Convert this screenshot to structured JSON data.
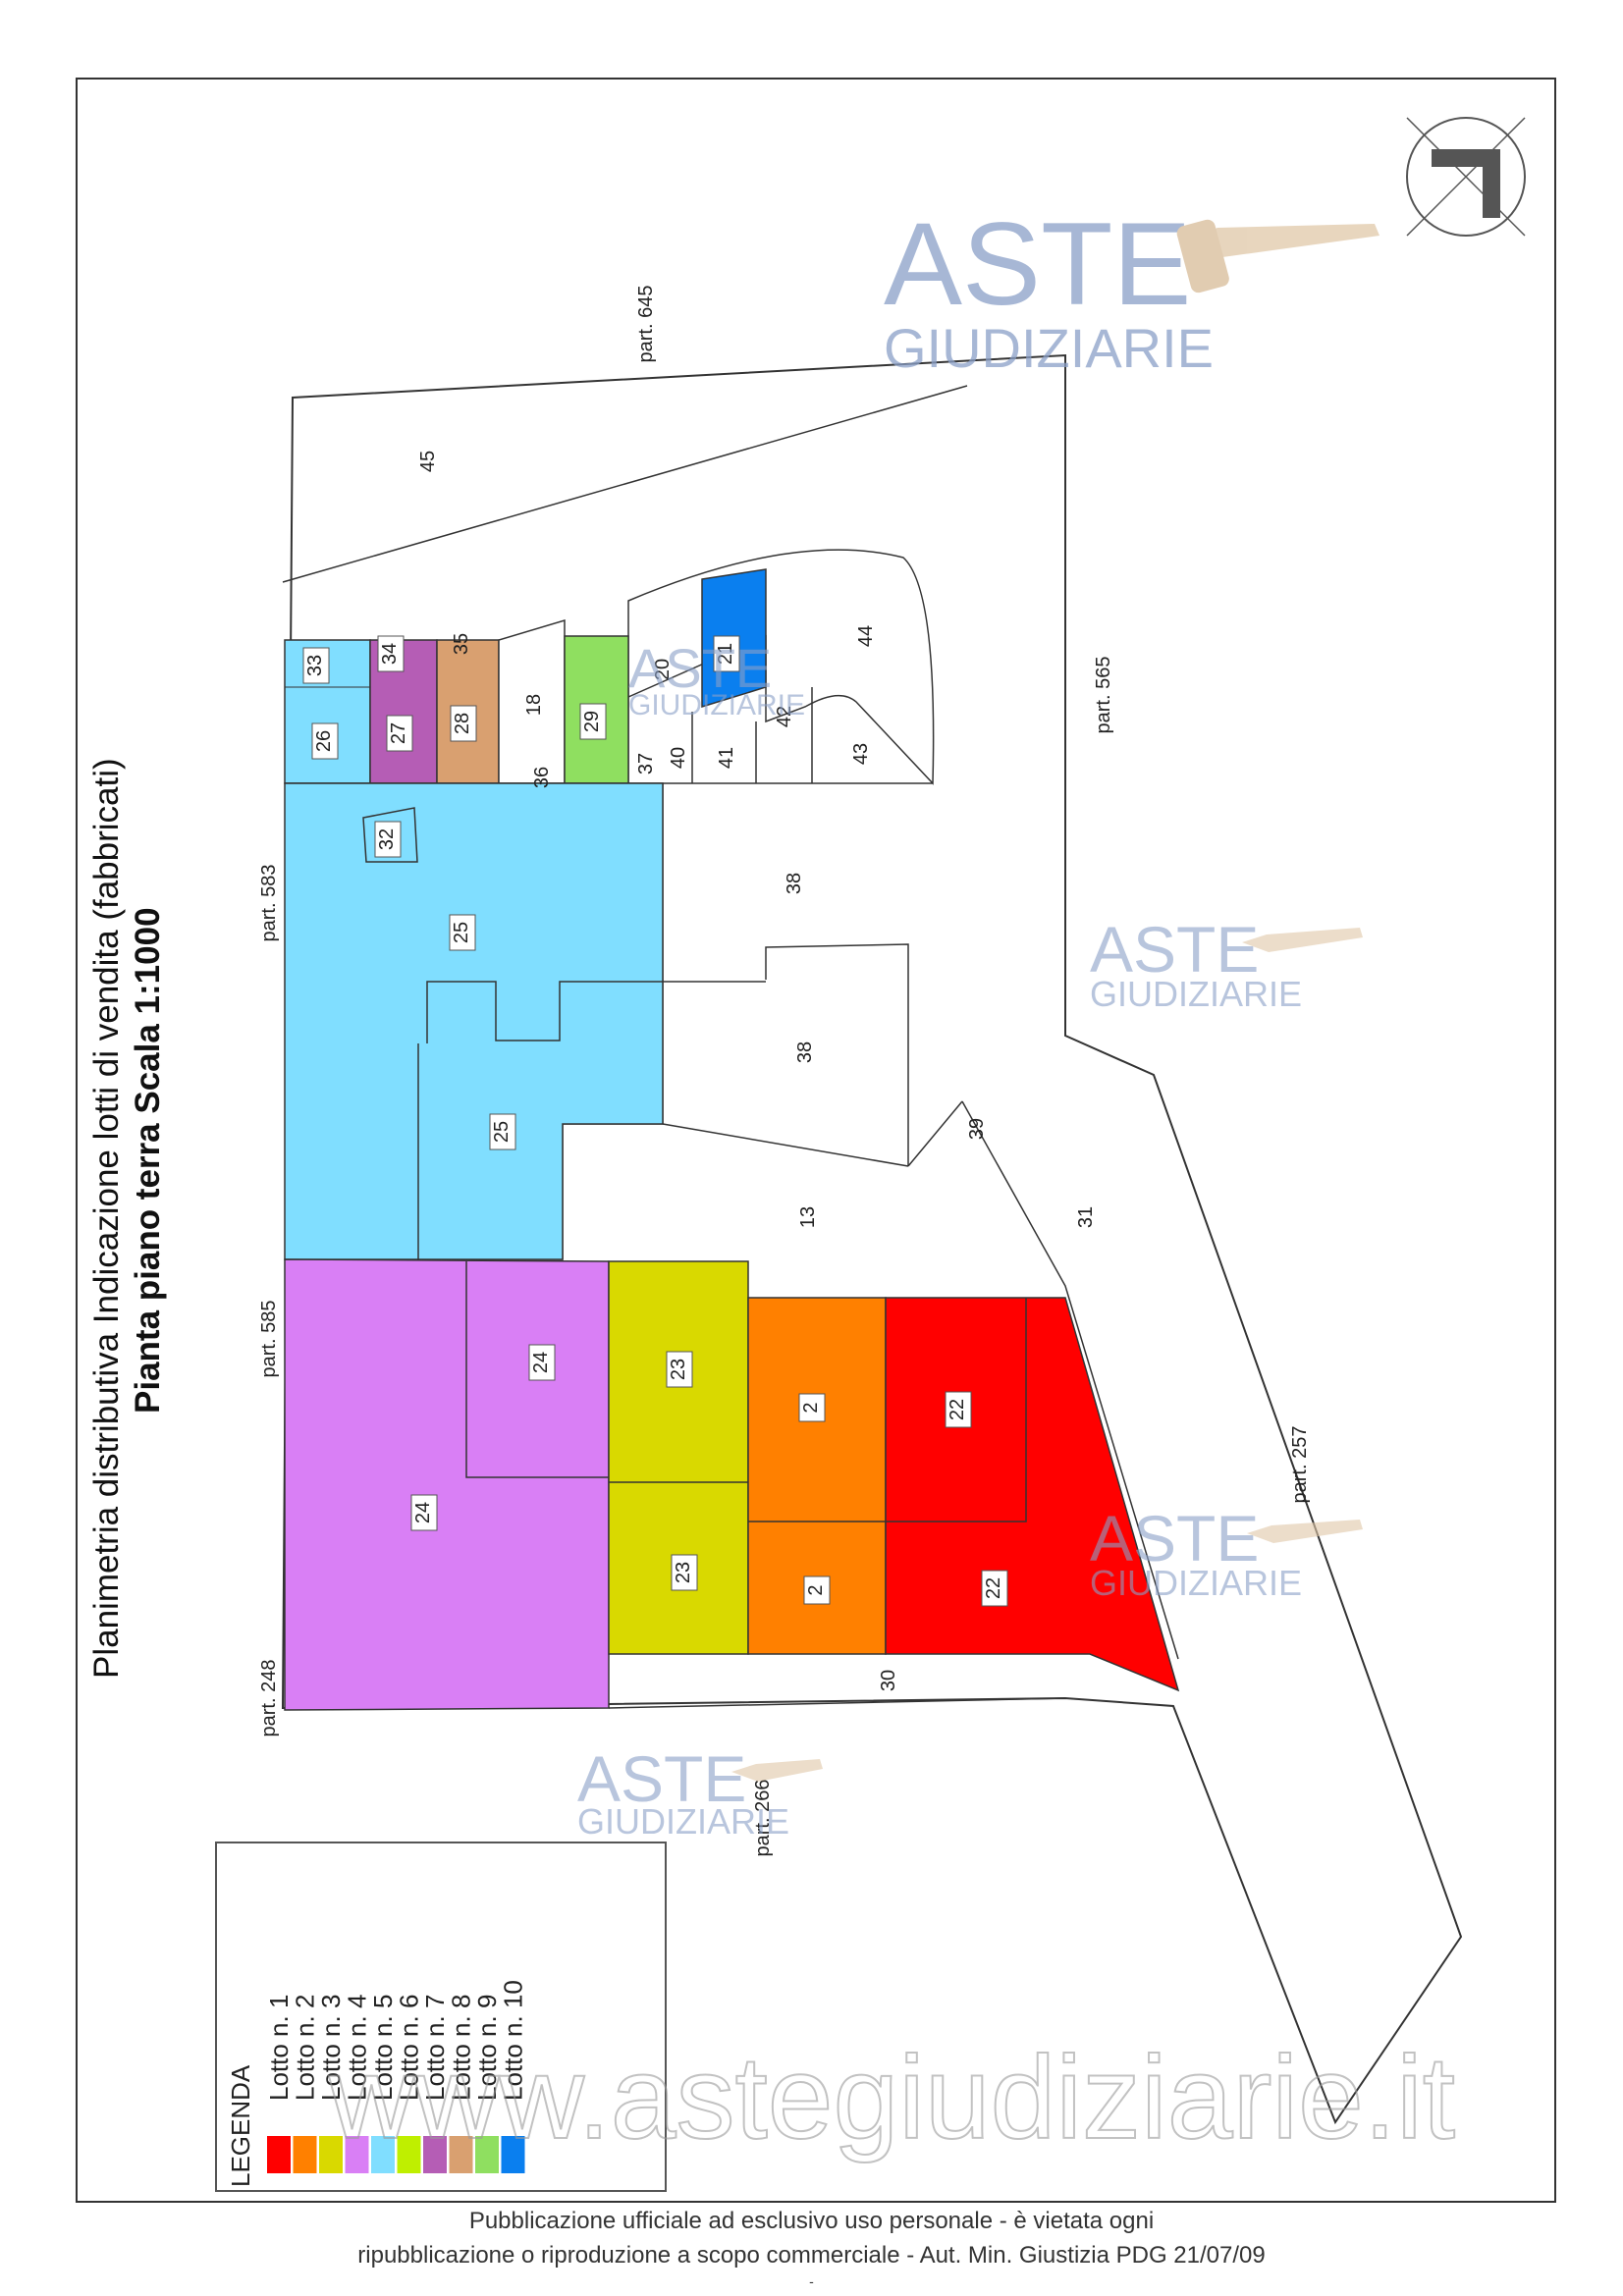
{
  "title": {
    "line1": "Planimetria distributiva Indicazione lotti di vendita (fabbricati)",
    "line2": "Pianta piano terra Scala 1:1000"
  },
  "parcels": {
    "p45": "45",
    "p44": "44",
    "p43": "43",
    "p42": "42",
    "p41": "41",
    "p40": "40",
    "p37": "37",
    "p36": "36",
    "p35": "35",
    "p34": "34",
    "p33": "33",
    "p26": "26",
    "p27": "27",
    "p28": "28",
    "p18": "18",
    "p29": "29",
    "p20": "20",
    "p21": "21",
    "p32": "32",
    "p25a": "25",
    "p25b": "25",
    "p38a": "38",
    "p38b": "38",
    "p39": "39",
    "p13": "13",
    "p31": "31",
    "p24a": "24",
    "p24b": "24",
    "p23a": "23",
    "p23b": "23",
    "p2a": "2",
    "p2b": "2",
    "p22a": "22",
    "p22b": "22",
    "p30": "30"
  },
  "neighbors": {
    "n645": "part. 645",
    "n565": "part. 565",
    "n583": "part. 583",
    "n585": "part. 585",
    "n248": "part. 248",
    "n257": "part. 257",
    "n266": "part. 266"
  },
  "legend": {
    "heading": "LEGENDA",
    "items": [
      {
        "label": "Lotto n. 1",
        "color": "#ff0000"
      },
      {
        "label": "Lotto n. 2",
        "color": "#ff8000"
      },
      {
        "label": "Lotto n. 3",
        "color": "#d9d900"
      },
      {
        "label": "Lotto n. 4",
        "color": "#d97ff5"
      },
      {
        "label": "Lotto n. 5",
        "color": "#80deff"
      },
      {
        "label": "Lotto n. 6",
        "color": "#bfef00"
      },
      {
        "label": "Lotto n. 7",
        "color": "#b55db5"
      },
      {
        "label": "Lotto n. 8",
        "color": "#d9a070"
      },
      {
        "label": "Lotto n. 9",
        "color": "#8fdf60"
      },
      {
        "label": "Lotto n. 10",
        "color": "#0a7fef"
      }
    ]
  },
  "watermark": {
    "brand_top": "ASTE",
    "brand_bottom": "GIUDIZIARIE",
    "url": "www.astegiudiziarie.it"
  },
  "footer": {
    "line1": "Pubblicazione ufficiale ad esclusivo uso personale - è vietata ogni",
    "line2": "ripubblicazione o riproduzione a scopo commerciale - Aut. Min. Giustizia PDG 21/07/09",
    "line3": "-"
  }
}
